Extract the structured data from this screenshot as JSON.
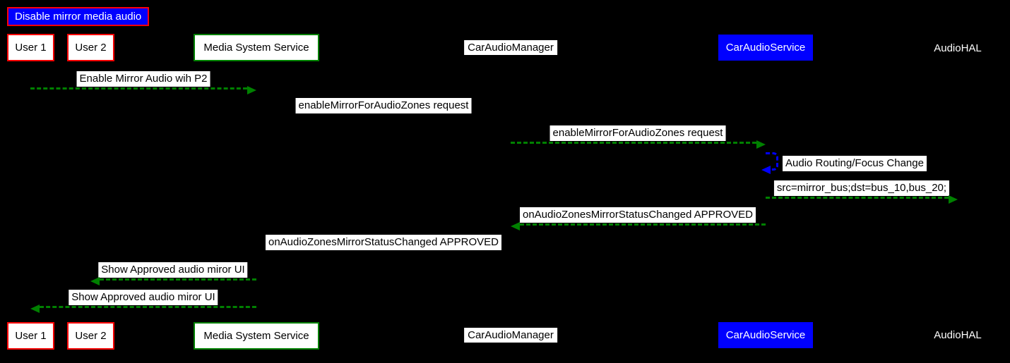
{
  "diagram": {
    "title": "Disable mirror media audio",
    "participants": [
      {
        "id": "user1",
        "label": "User 1",
        "style": "white-box-red-border"
      },
      {
        "id": "user2",
        "label": "User 2",
        "style": "white-box-red-border"
      },
      {
        "id": "mss",
        "label": "Media System Service",
        "style": "white-box-green-border"
      },
      {
        "id": "cam",
        "label": "CarAudioManager",
        "style": "white-label"
      },
      {
        "id": "cas",
        "label": "CarAudioService",
        "style": "blue-box"
      },
      {
        "id": "hal",
        "label": "AudioHAL",
        "style": "plain-white-text"
      }
    ],
    "messages": [
      {
        "label": "Enable Mirror Audio wih P2",
        "from": "user1",
        "to": "mss",
        "arrow": "green-dashed-right"
      },
      {
        "label": "enableMirrorForAudioZones request",
        "from": "mss",
        "to": "cam",
        "arrow": "black-dashed-right"
      },
      {
        "label": "enableMirrorForAudioZones request",
        "from": "cam",
        "to": "cas",
        "arrow": "green-dashed-right"
      },
      {
        "label": "Audio Routing/Focus Change",
        "from": "cas",
        "to": "cas",
        "arrow": "blue-dashed-self-loop"
      },
      {
        "label": "src=mirror_bus;dst=bus_10,bus_20;",
        "from": "cas",
        "to": "hal",
        "arrow": "green-dashed-right"
      },
      {
        "label": "onAudioZonesMirrorStatusChanged APPROVED",
        "from": "cas",
        "to": "cam",
        "arrow": "green-dashed-left"
      },
      {
        "label": "onAudioZonesMirrorStatusChanged APPROVED",
        "from": "cam",
        "to": "mss",
        "arrow": "black-dashed-left"
      },
      {
        "label": "Show Approved audio miror UI",
        "from": "mss",
        "to": "user2",
        "arrow": "green-dashed-left"
      },
      {
        "label": "Show Approved audio miror UI",
        "from": "mss",
        "to": "user1",
        "arrow": "green-dashed-left"
      }
    ],
    "colors": {
      "background": "#000000",
      "arrow_green": "#008000",
      "arrow_blue": "#0000ff",
      "box_red_border": "#ff0000",
      "box_green_border": "#008000",
      "box_blue_fill": "#0000ff",
      "label_bg": "#ffffff",
      "label_text": "#000000"
    }
  }
}
